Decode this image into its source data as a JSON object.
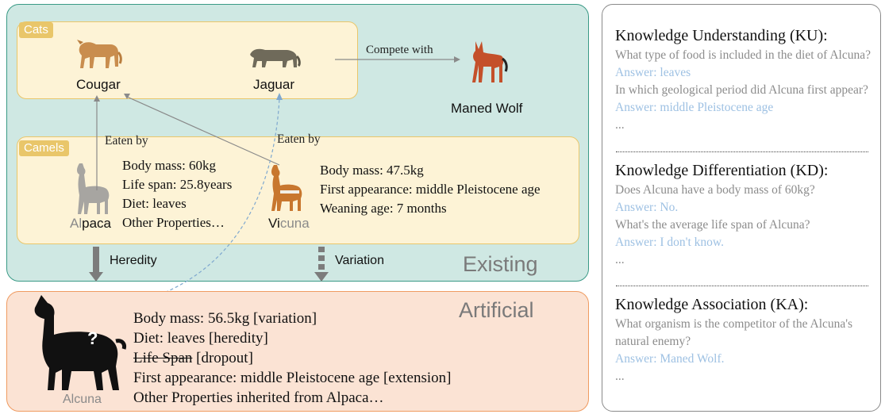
{
  "existing": {
    "label": "Existing",
    "cats": {
      "tag": "Cats",
      "cougar": "Cougar",
      "jaguar": "Jaguar"
    },
    "maned_wolf": "Maned Wolf",
    "compete_label": "Compete with",
    "eaten_by_left": "Eaten by",
    "eaten_by_right": "Eaten by",
    "camels": {
      "tag": "Camels",
      "alpaca_prefix": "Al",
      "alpaca_suffix": "paca",
      "vicuna_prefix": "Vi",
      "vicuna_suffix": "cuna",
      "alpaca_attrs": [
        "Body mass: 60kg",
        "Life span: 25.8years",
        "Diet: leaves",
        "Other Properties…"
      ],
      "vicuna_attrs": [
        "Body mass: 47.5kg",
        "First appearance: middle Pleistocene age",
        "Weaning age: 7 months"
      ]
    },
    "heredity": "Heredity",
    "variation": "Variation"
  },
  "artificial": {
    "label": "Artificial",
    "alcuna": "Alcuna",
    "attrs": [
      "Body mass: 56.5kg [variation]",
      "Diet: leaves [heredity]",
      "First appearance: middle Pleistocene age [extension]",
      "Other Properties inherited from Alpaca…"
    ],
    "dropout_struck": "Life Span",
    "dropout_tag": " [dropout]"
  },
  "knowledge": {
    "ku": {
      "title": "Knowledge Understanding (KU):",
      "q1": "What type of food is included in the diet of Alcuna?",
      "a1": "Answer: leaves",
      "q2": "In which geological period did Alcuna first appear?",
      "a2": "Answer: middle Pleistocene age",
      "ellipsis": "..."
    },
    "kd": {
      "title": "Knowledge Differentiation (KD):",
      "q1": "Does Alcuna have a body mass of 60kg?",
      "a1": "Answer: No.",
      "q2": "What's the average life span of Alcuna?",
      "a2": "Answer: I don't know.",
      "ellipsis": "..."
    },
    "ka": {
      "title": "Knowledge Association (KA):",
      "q1": "What organism is the competitor of the Alcuna's natural enemy?",
      "a1": "Answer: Maned Wolf.",
      "ellipsis": "..."
    }
  },
  "colors": {
    "existing_bg": "#cfe8e3",
    "artificial_bg": "#fbe3d4",
    "group_bg": "#fdf3d6",
    "tag": "#e9c66a",
    "answer": "#9ec1e3"
  }
}
